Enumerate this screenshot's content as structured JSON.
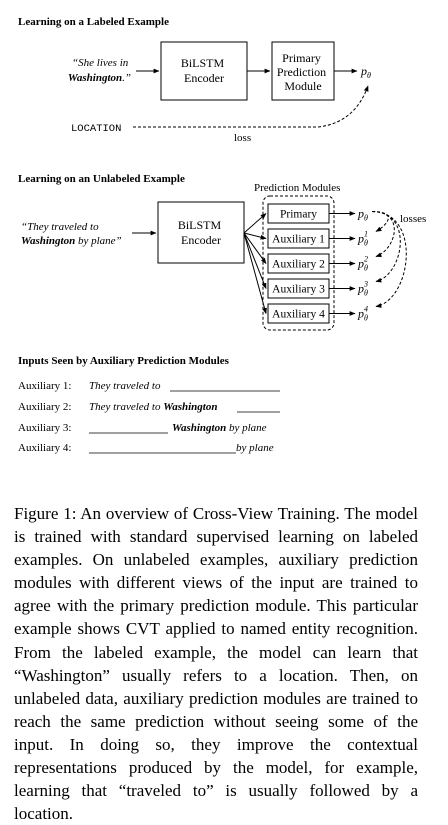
{
  "labeled": {
    "title": "Learning on a Labeled Example",
    "sentence_line1": "“She lives in",
    "sentence_line2_bold": "Washington",
    "sentence_line2_rest": ".”",
    "encoder_line1": "BiLSTM",
    "encoder_line2": "Encoder",
    "primary_line1": "Primary",
    "primary_line2": "Prediction",
    "primary_line3": "Module",
    "output": "p",
    "output_sub": "θ",
    "label": "LOCATION",
    "loss": "loss"
  },
  "unlabeled": {
    "title": "Learning on an Unlabeled Example",
    "sentence_line1": "“They traveled to",
    "sentence_line2_bold": "Washington",
    "sentence_line2_rest": " by plane”",
    "encoder_line1": "BiLSTM",
    "encoder_line2": "Encoder",
    "modules_title": "Prediction Modules",
    "losses": "losses",
    "modules": [
      {
        "label": "Primary",
        "out": "p",
        "sup": "",
        "sub": "θ"
      },
      {
        "label": "Auxiliary 1",
        "out": "p",
        "sup": "1",
        "sub": "θ"
      },
      {
        "label": "Auxiliary 2",
        "out": "p",
        "sup": "2",
        "sub": "θ"
      },
      {
        "label": "Auxiliary 3",
        "out": "p",
        "sup": "3",
        "sub": "θ"
      },
      {
        "label": "Auxiliary 4",
        "out": "p",
        "sup": "4",
        "sub": "θ"
      }
    ]
  },
  "inputs": {
    "title": "Inputs Seen by Auxiliary Prediction Modules",
    "rows": [
      {
        "label": "Auxiliary 1:",
        "text": "They traveled to ",
        "bold": "",
        "after": ""
      },
      {
        "label": "Auxiliary 2:",
        "text": "They traveled to ",
        "bold": "Washington",
        "after": ""
      },
      {
        "label": "Auxiliary 3:",
        "text": "",
        "bold": "Washington",
        "after": " by plane"
      },
      {
        "label": "Auxiliary 4:",
        "text": "",
        "bold": "",
        "after": " by plane"
      }
    ]
  },
  "caption": "Figure 1: An overview of Cross-View Training. The model is trained with standard supervised learning on labeled examples. On unlabeled examples, auxiliary prediction modules with different views of the input are trained to agree with the primary prediction module. This particular example shows CVT applied to named entity recognition. From the labeled example, the model can learn that “Washington” usually refers to a location. Then, on unlabeled data, auxiliary prediction modules are trained to reach the same prediction without seeing some of the input. In doing so, they improve the contextual representations produced by the model, for example, learning that “traveled to” is usually followed by a location."
}
